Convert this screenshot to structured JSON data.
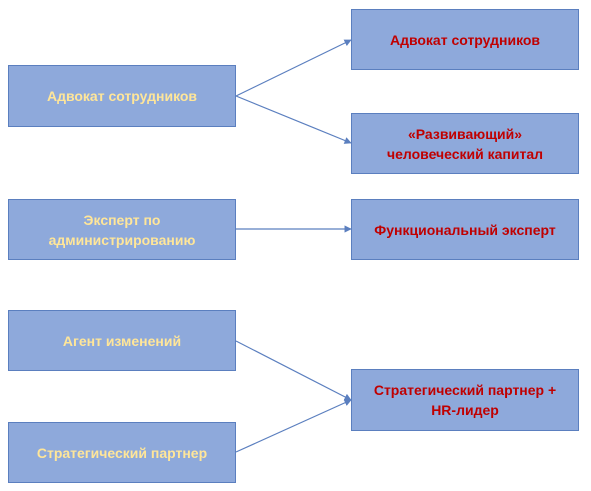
{
  "diagram": {
    "colors": {
      "box_fill": "#8ea9db",
      "box_border": "#5b7fbf",
      "left_text": "#ffe699",
      "right_text": "#c00000",
      "arrow": "#5b7fbf"
    },
    "left_boxes": [
      {
        "label": "Адвокат сотрудников"
      },
      {
        "label": "Эксперт по администрированию"
      },
      {
        "label": "Агент изменений"
      },
      {
        "label": "Стратегический партнер"
      }
    ],
    "right_boxes": [
      {
        "label": "Адвокат сотрудников"
      },
      {
        "label": "«Развивающий» человеческий капитал"
      },
      {
        "label": "Функциональный эксперт"
      },
      {
        "label": "Стратегический партнер + HR-лидер"
      }
    ],
    "connections": [
      {
        "from": "Адвокат сотрудников",
        "to": "Адвокат сотрудников"
      },
      {
        "from": "Адвокат сотрудников",
        "to": "«Развивающий» человеческий капитал"
      },
      {
        "from": "Эксперт по администрированию",
        "to": "Функциональный эксперт"
      },
      {
        "from": "Агент изменений",
        "to": "Стратегический партнер + HR-лидер"
      },
      {
        "from": "Стратегический партнер",
        "to": "Стратегический партнер + HR-лидер"
      }
    ]
  }
}
